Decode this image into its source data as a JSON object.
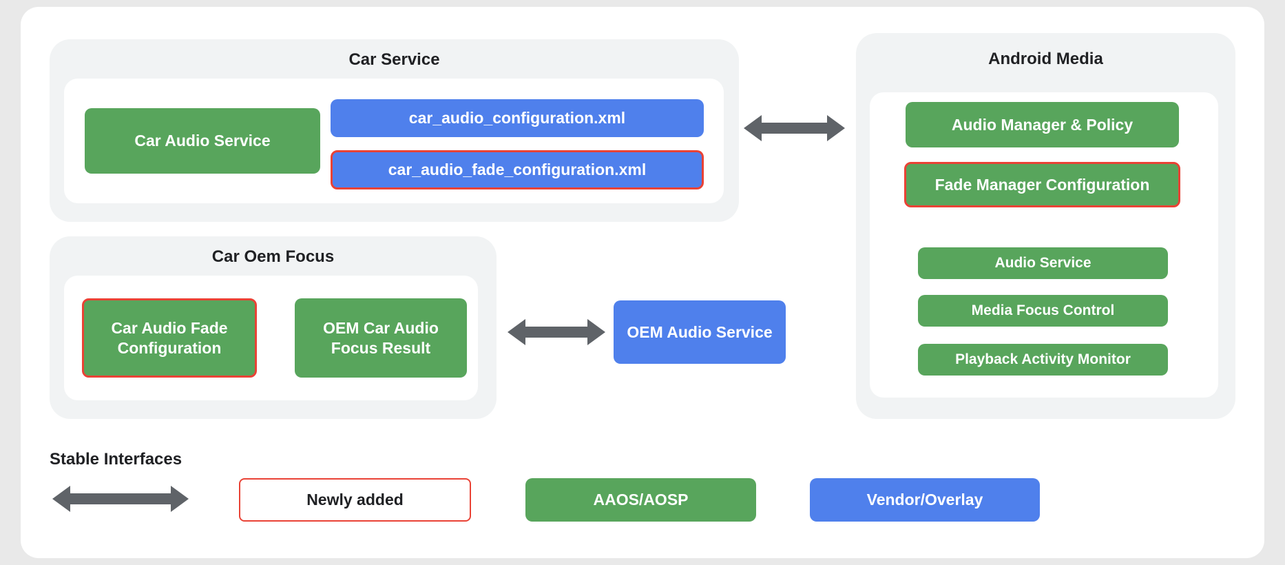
{
  "groups": {
    "car_service": {
      "title": "Car Service",
      "car_audio_service": "Car Audio Service",
      "car_audio_configuration": "car_audio_configuration.xml",
      "car_audio_fade_configuration": "car_audio_fade_configuration.xml"
    },
    "android_media": {
      "title": "Android Media",
      "audio_manager_policy": "Audio Manager & Policy",
      "fade_manager_configuration": "Fade Manager Configuration",
      "audio_service": "Audio Service",
      "media_focus_control": "Media Focus Control",
      "playback_activity_monitor": "Playback Activity Monitor"
    },
    "car_oem_focus": {
      "title": "Car Oem Focus",
      "car_audio_fade_configuration": "Car Audio Fade Configuration",
      "oem_car_audio_focus_result": "OEM Car Audio Focus Result"
    }
  },
  "nodes": {
    "oem_audio_service": "OEM Audio Service"
  },
  "legend": {
    "stable_interfaces": "Stable Interfaces",
    "newly_added": "Newly added",
    "aaos_aosp": "AAOS/AOSP",
    "vendor_overlay": "Vendor/Overlay"
  },
  "colors": {
    "aaos_green": "#58a55c",
    "vendor_blue": "#4f80ec",
    "newly_added_outline": "#e94235",
    "arrow_gray": "#5f6368",
    "group_background": "#f1f3f4",
    "card_background": "#ffffff",
    "page_background": "#e9e9e9",
    "text_dark": "#202124"
  }
}
